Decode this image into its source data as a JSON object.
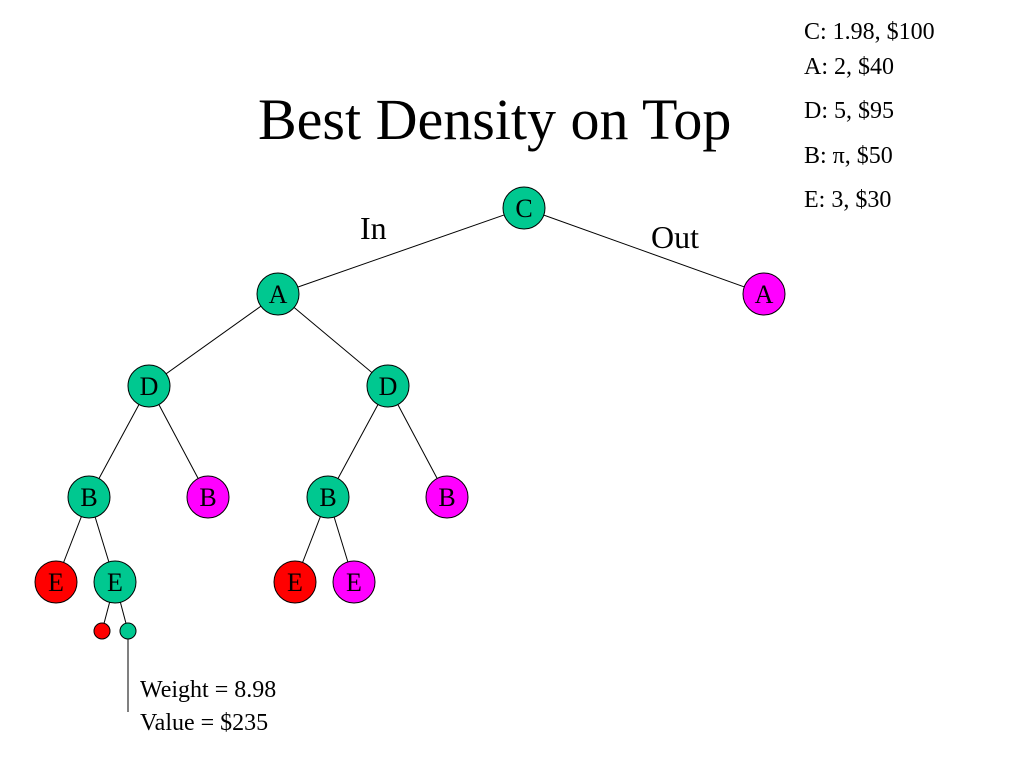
{
  "slide": {
    "title": "Best Density on Top",
    "legend": [
      "C: 1.98, $100",
      "A: 2, $40",
      "D: 5, $95",
      "B: π, $50",
      "E: 3, $30"
    ],
    "edge_labels": {
      "in": "In",
      "out": "Out"
    },
    "nodes": {
      "root": "C",
      "a_in": "A",
      "a_out": "A",
      "d_left": "D",
      "d_right": "D",
      "b1": "B",
      "b2": "B",
      "b3": "B",
      "b4": "B",
      "e1": "E",
      "e2": "E",
      "e3": "E",
      "e4": "E"
    },
    "annotation": {
      "weight": "Weight = 8.98",
      "value": "Value = $235"
    },
    "colors": {
      "in": "#00c890",
      "out": "#ff00ff",
      "infeasible": "#ff0000",
      "edge": "#000000"
    }
  }
}
